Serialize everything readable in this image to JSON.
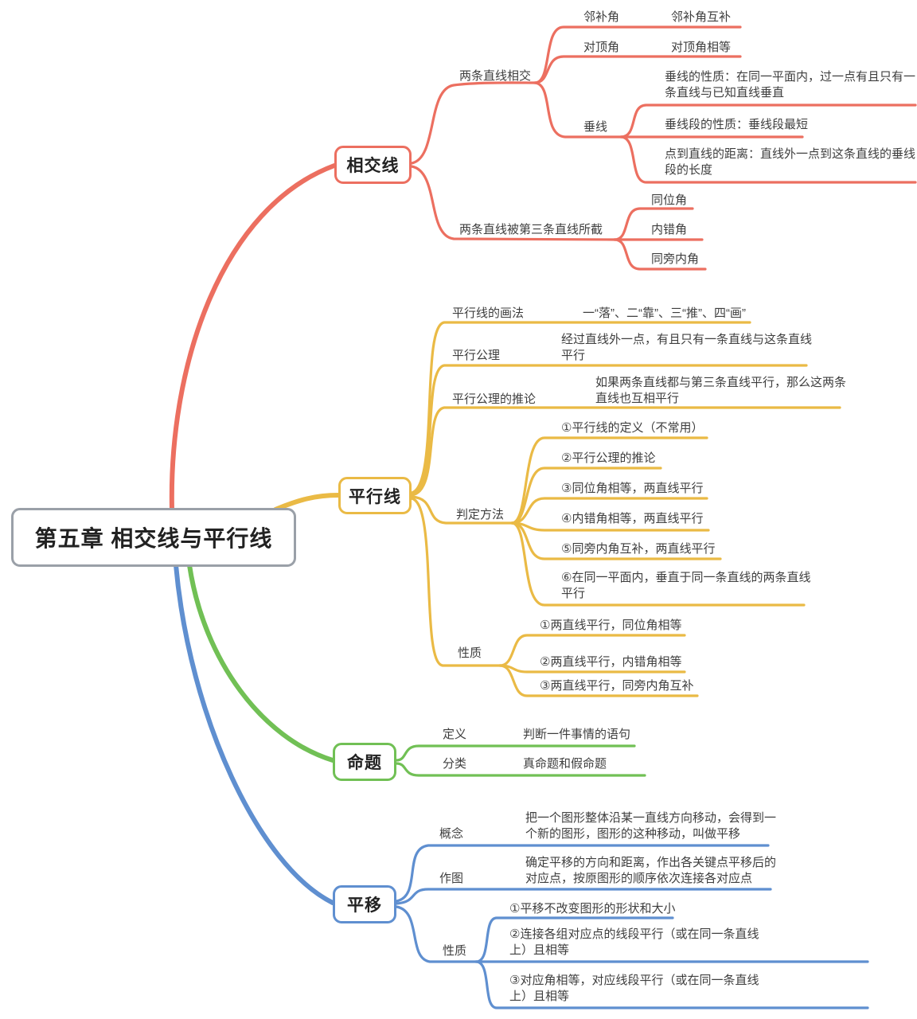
{
  "title": {
    "label": "第五章 相交线与平行线"
  },
  "colors": {
    "intersecting_lines_red": "#ec6f60",
    "parallel_lines_yellow": "#eaba45",
    "proposition_green": "#71c055",
    "translation_blue": "#5f8fd0",
    "root_border_gray": "#9aa0a8",
    "text": "#3e3e3e"
  },
  "branches": [
    {
      "label": "相交线",
      "color": "#ec6f60",
      "children": [
        {
          "label": "两条直线相交",
          "children": [
            {
              "label": "邻补角",
              "note": "邻补角互补"
            },
            {
              "label": "对顶角",
              "note": "对顶角相等"
            },
            {
              "label": "垂线",
              "children": [
                {
                  "label": "垂线的性质：在同一平面内，过一点有且只有一条直线与已知直线垂直"
                },
                {
                  "label": "垂线段的性质：垂线段最短"
                },
                {
                  "label": "点到直线的距离：直线外一点到这条直线的垂线段的长度"
                }
              ]
            }
          ]
        },
        {
          "label": "两条直线被第三条直线所截",
          "children": [
            {
              "label": "同位角"
            },
            {
              "label": "内错角"
            },
            {
              "label": "同旁内角"
            }
          ]
        }
      ]
    },
    {
      "label": "平行线",
      "color": "#eaba45",
      "children": [
        {
          "label": "平行线的画法",
          "note": "一“落”、二“靠”、三“推”、四“画”"
        },
        {
          "label": "平行公理",
          "note": "经过直线外一点，有且只有一条直线与这条直线平行"
        },
        {
          "label": "平行公理的推论",
          "note": "如果两条直线都与第三条直线平行，那么这两条直线也互相平行"
        },
        {
          "label": "判定方法",
          "children": [
            {
              "label": "①平行线的定义（不常用）"
            },
            {
              "label": "②平行公理的推论"
            },
            {
              "label": "③同位角相等，两直线平行"
            },
            {
              "label": "④内错角相等，两直线平行"
            },
            {
              "label": "⑤同旁内角互补，两直线平行"
            },
            {
              "label": "⑥在同一平面内，垂直于同一条直线的两条直线平行"
            }
          ]
        },
        {
          "label": "性质",
          "children": [
            {
              "label": "①两直线平行，同位角相等"
            },
            {
              "label": "②两直线平行，内错角相等"
            },
            {
              "label": "③两直线平行，同旁内角互补"
            }
          ]
        }
      ]
    },
    {
      "label": "命题",
      "color": "#71c055",
      "children": [
        {
          "label": "定义",
          "note": "判断一件事情的语句"
        },
        {
          "label": "分类",
          "note": "真命题和假命题"
        }
      ]
    },
    {
      "label": "平移",
      "color": "#5f8fd0",
      "children": [
        {
          "label": "概念",
          "note": "把一个图形整体沿某一直线方向移动，会得到一个新的图形，图形的这种移动，叫做平移"
        },
        {
          "label": "作图",
          "note": "确定平移的方向和距离，作出各关键点平移后的对应点，按原图形的顺序依次连接各对应点"
        },
        {
          "label": "性质",
          "children": [
            {
              "label": "①平移不改变图形的形状和大小"
            },
            {
              "label": "②连接各组对应点的线段平行（或在同一条直线上）且相等"
            },
            {
              "label": "③对应角相等，对应线段平行（或在同一条直线上）且相等"
            }
          ]
        }
      ]
    }
  ]
}
